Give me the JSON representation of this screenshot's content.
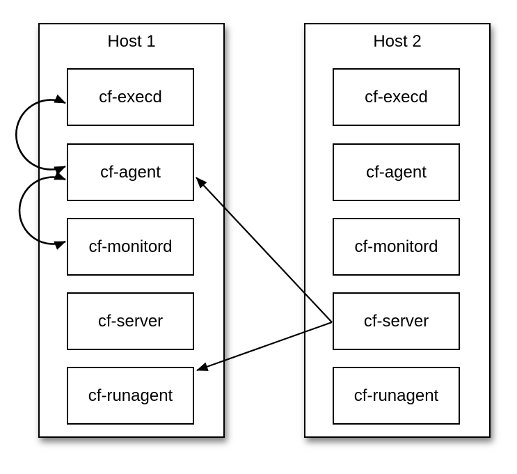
{
  "diagram": {
    "hosts": [
      {
        "title": "Host 1",
        "processes": [
          "cf-execd",
          "cf-agent",
          "cf-monitord",
          "cf-server",
          "cf-runagent"
        ]
      },
      {
        "title": "Host 2",
        "processes": [
          "cf-execd",
          "cf-agent",
          "cf-monitord",
          "cf-server",
          "cf-runagent"
        ]
      }
    ],
    "edges": [
      {
        "from": "host1.cf-execd",
        "to": "host1.cf-agent",
        "style": "curved",
        "direction": "bidirectional"
      },
      {
        "from": "host1.cf-agent",
        "to": "host1.cf-monitord",
        "style": "curved",
        "direction": "bidirectional"
      },
      {
        "from": "host2.cf-server",
        "to": "host1.cf-agent",
        "style": "straight",
        "direction": "one-way"
      },
      {
        "from": "host2.cf-server",
        "to": "host1.cf-runagent",
        "style": "straight",
        "direction": "one-way"
      }
    ],
    "colors": {
      "line": "#000000",
      "text": "#000000",
      "box_fill": "#ffffff",
      "background": "#ffffff"
    }
  }
}
